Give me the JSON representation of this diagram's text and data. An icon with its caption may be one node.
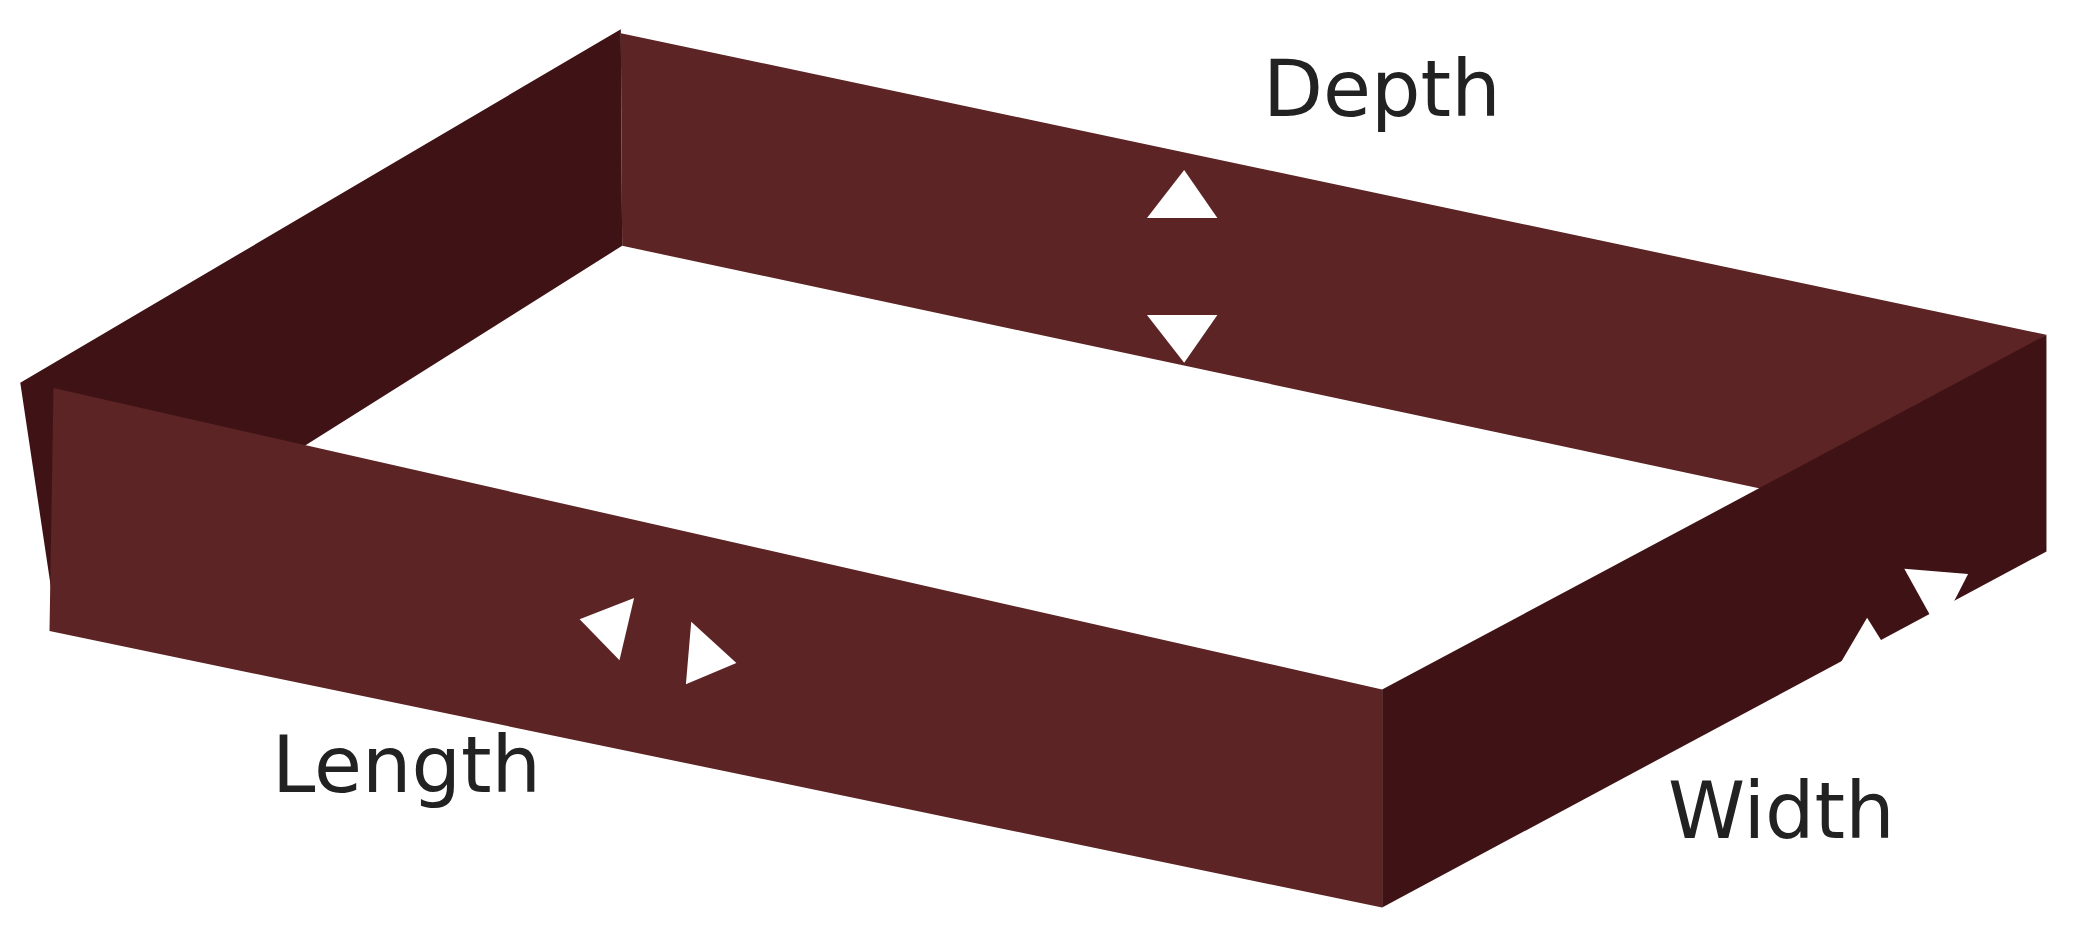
{
  "diagram": {
    "labels": [
      "Depth",
      "Length",
      "Width"
    ]
  }
}
